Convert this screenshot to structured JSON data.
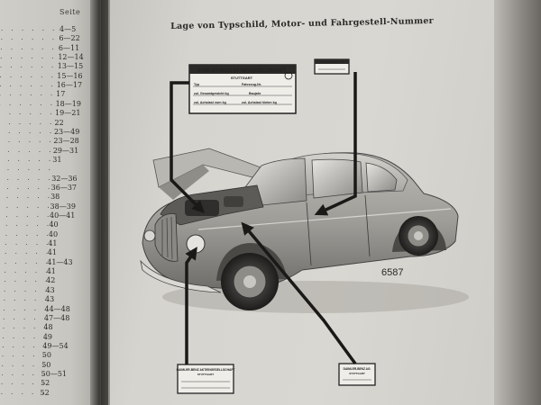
{
  "toc": {
    "header": "Seite",
    "entries": [
      {
        "page": "4—5"
      },
      {
        "page": "6—22"
      },
      {
        "page": "6—11"
      },
      {
        "page": "12—14"
      },
      {
        "page": "13—15"
      },
      {
        "page": "15—16"
      },
      {
        "page": "16—17"
      },
      {
        "page": "17"
      },
      {
        "page": "18—19"
      },
      {
        "page": "19—21"
      },
      {
        "page": "22"
      },
      {
        "page": "23—49"
      },
      {
        "page": "23—28"
      },
      {
        "page": "29—31"
      },
      {
        "page": "31"
      },
      {
        "page": ""
      },
      {
        "page": "32—36"
      },
      {
        "page": "36—37"
      },
      {
        "page": "38"
      },
      {
        "page": "38—39"
      },
      {
        "page": "40—41"
      },
      {
        "page": "40"
      },
      {
        "page": "40"
      },
      {
        "page": "41"
      },
      {
        "page": "41"
      },
      {
        "page": "41—43"
      },
      {
        "page": "41"
      },
      {
        "page": "42"
      },
      {
        "page": "43"
      },
      {
        "page": "43"
      },
      {
        "page": "44—48"
      },
      {
        "page": "47—48"
      },
      {
        "page": "48"
      },
      {
        "page": "49"
      },
      {
        "page": "49—54"
      },
      {
        "page": "50"
      },
      {
        "page": "50"
      },
      {
        "page": "50—51"
      },
      {
        "page": "52"
      },
      {
        "page": "52"
      }
    ]
  },
  "page": {
    "title": "Lage von Typschild, Motor- und Fahrgestell-Nummer",
    "figure_number": "6587"
  },
  "plates": {
    "typschild": {
      "maker": "DAIMLER-BENZ AKTIENGESELLSCHAFT",
      "city": "STUTTGART",
      "row1_left": "Typ",
      "row1_right": "Fahrzeug-Nr.",
      "row2_left": "zul. Gesamtgewicht kg",
      "row2_right": "Baujahr",
      "row3_left": "zul. Achslast vorn kg",
      "row3_right": "zul. Achslast hinten kg"
    },
    "fahrgestell": {
      "maker": "DAIMLER-BENZ AG"
    },
    "motor_left": {
      "maker": "DAIMLER-BENZ AKTIENGESELLSCHAFT",
      "city": "STUTTGART"
    },
    "motor_right": {
      "maker": "DAIMLER-BENZ AG.",
      "city": "STUTTGART"
    }
  }
}
